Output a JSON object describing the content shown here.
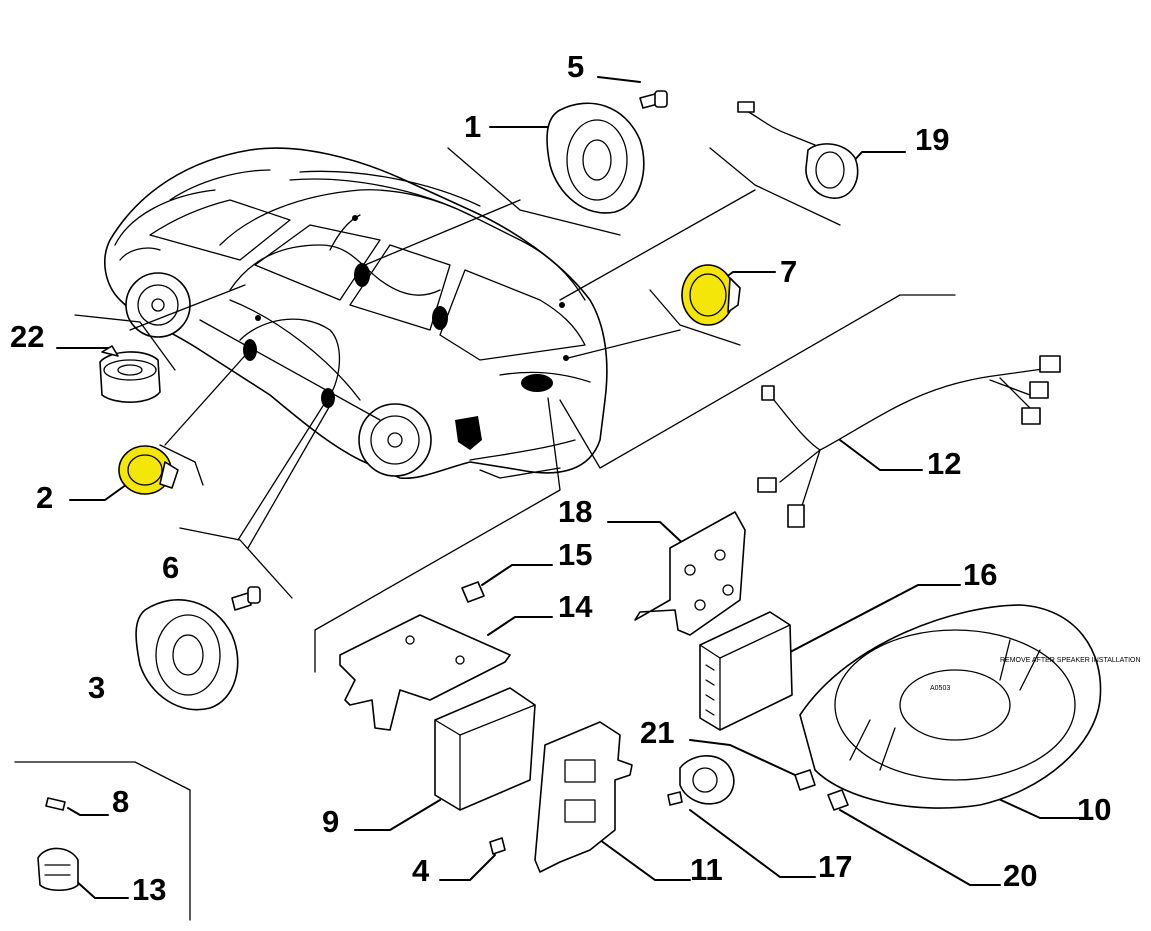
{
  "diagram": {
    "highlight_color": "#f5e60a",
    "line_color": "#000000",
    "callouts": [
      {
        "id": "c1",
        "label": "1"
      },
      {
        "id": "c2",
        "label": "2"
      },
      {
        "id": "c3",
        "label": "3"
      },
      {
        "id": "c4",
        "label": "4"
      },
      {
        "id": "c5",
        "label": "5"
      },
      {
        "id": "c6",
        "label": "6"
      },
      {
        "id": "c7",
        "label": "7"
      },
      {
        "id": "c8",
        "label": "8"
      },
      {
        "id": "c9",
        "label": "9"
      },
      {
        "id": "c10",
        "label": "10"
      },
      {
        "id": "c11",
        "label": "11"
      },
      {
        "id": "c12",
        "label": "12"
      },
      {
        "id": "c13",
        "label": "13"
      },
      {
        "id": "c14",
        "label": "14"
      },
      {
        "id": "c15",
        "label": "15"
      },
      {
        "id": "c16",
        "label": "16"
      },
      {
        "id": "c17",
        "label": "17"
      },
      {
        "id": "c18",
        "label": "18"
      },
      {
        "id": "c19",
        "label": "19"
      },
      {
        "id": "c20",
        "label": "20"
      },
      {
        "id": "c21",
        "label": "21"
      },
      {
        "id": "c22",
        "label": "22"
      }
    ],
    "highlighted_parts": [
      "2",
      "7"
    ],
    "subwoofer_markings": [
      "REMOVE AFTER SPEAKER INSTALLATION",
      "A0503"
    ]
  }
}
